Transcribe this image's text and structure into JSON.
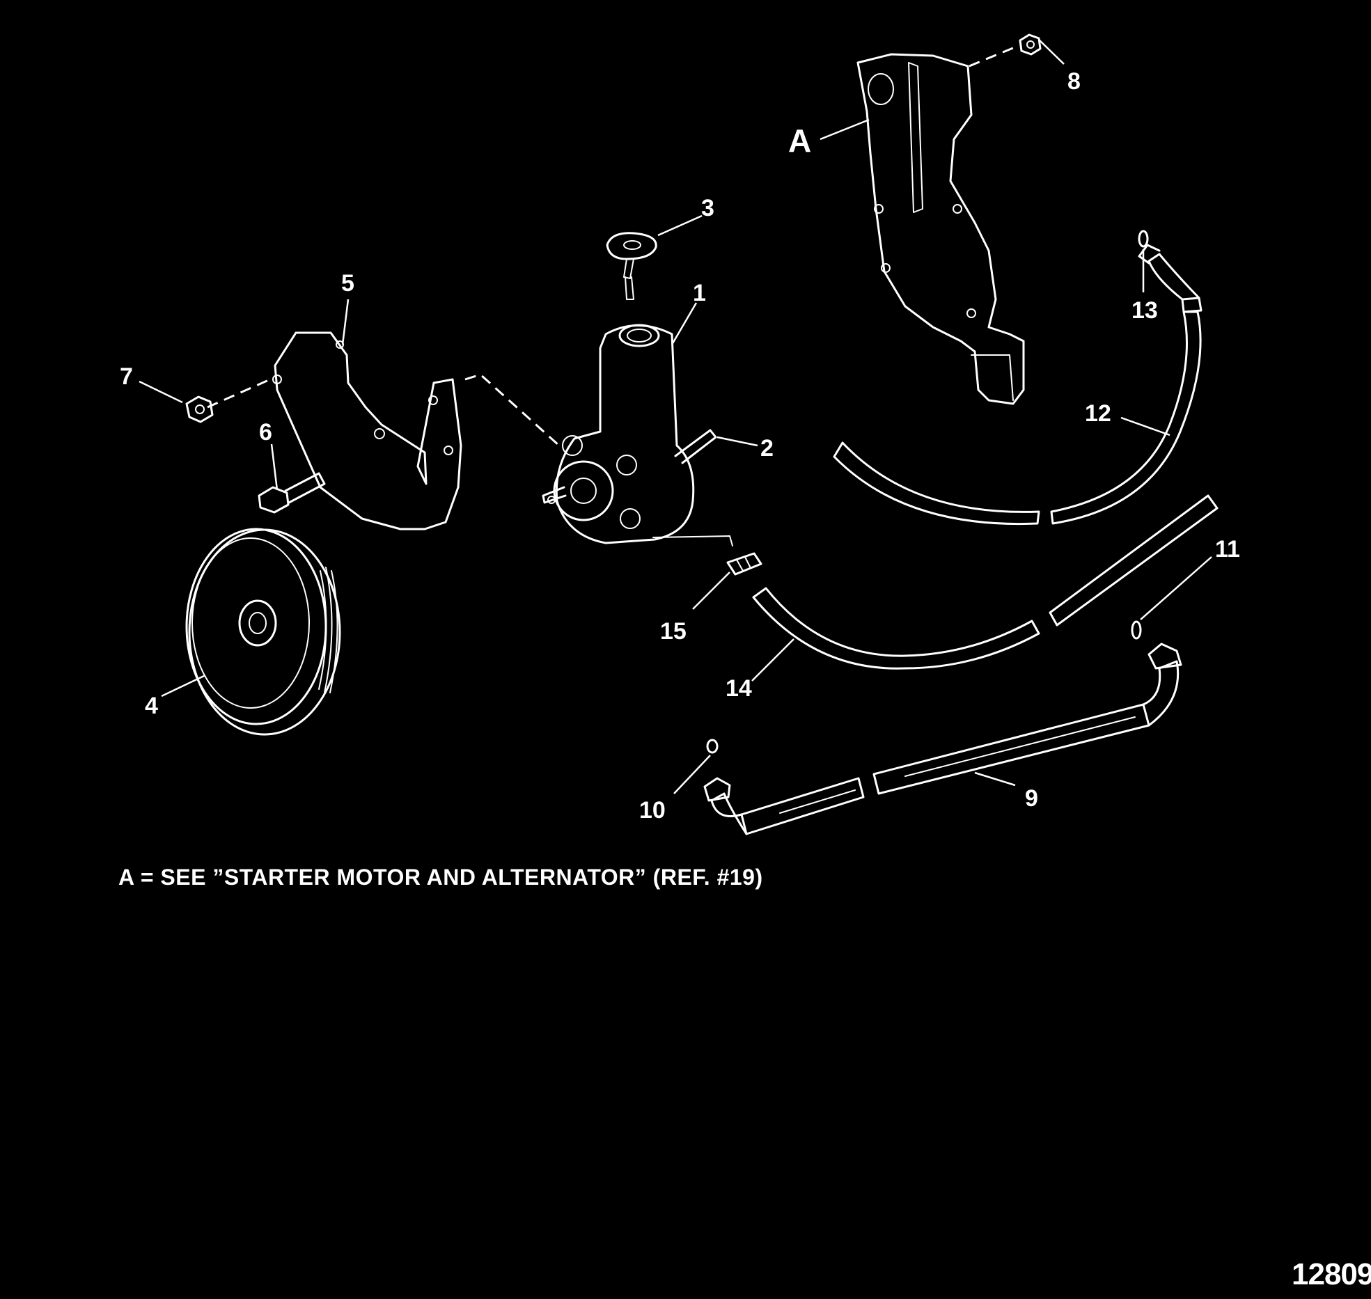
{
  "callouts": {
    "c1": "1",
    "c2": "2",
    "c3": "3",
    "c4": "4",
    "c5": "5",
    "c6": "6",
    "c7": "7",
    "c8": "8",
    "c9": "9",
    "c10": "10",
    "c11": "11",
    "c12": "12",
    "c13": "13",
    "c14": "14",
    "c15": "15",
    "cA": "A"
  },
  "note": "A = SEE ”STARTER MOTOR AND ALTERNATOR” (REF. #19)",
  "reference_number": "12809",
  "colors": {
    "background": "#000000",
    "line": "#ffffff"
  }
}
